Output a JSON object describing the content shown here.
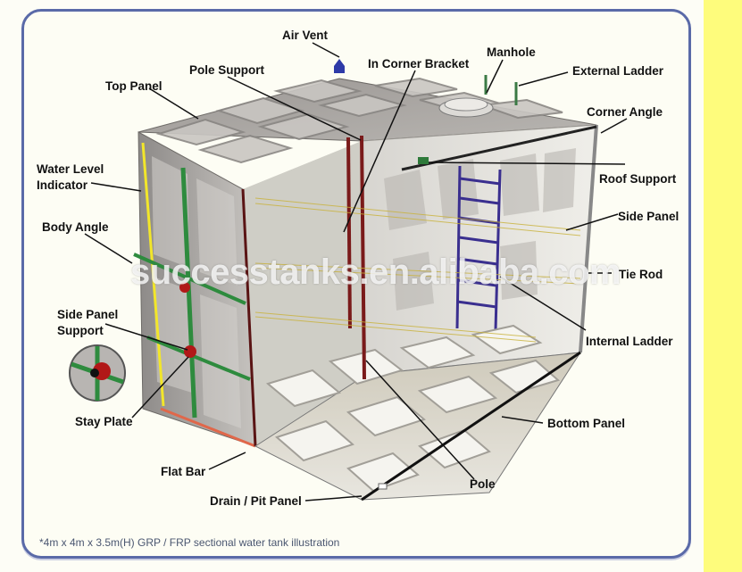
{
  "diagram": {
    "subject": "GRP / FRP sectional water tank",
    "caption": "*4m x 4m x 3.5m(H) GRP / FRP sectional water tank illustration",
    "watermark": "successtanks.en.alibaba.com",
    "labels": {
      "air_vent": "Air Vent",
      "in_corner_bracket": "In Corner Bracket",
      "manhole": "Manhole",
      "external_ladder": "External Ladder",
      "top_panel": "Top Panel",
      "pole_support": "Pole Support",
      "corner_angle": "Corner Angle",
      "water_level_indicator_1": "Water Level",
      "water_level_indicator_2": "Indicator",
      "roof_support": "Roof Support",
      "body_angle": "Body Angle",
      "side_panel": "Side Panel",
      "tie_rod": "Tie Rod",
      "side_panel_support_1": "Side Panel",
      "side_panel_support_2": "Support",
      "internal_ladder": "Internal Ladder",
      "stay_plate": "Stay Plate",
      "bottom_panel": "Bottom Panel",
      "flat_bar": "Flat Bar",
      "pole": "Pole",
      "drain_pit_panel": "Drain / Pit Panel"
    },
    "colors": {
      "frame_border": "#5a6aa8",
      "side_strip": "#fefc7c",
      "panel_gray": "#a9a6a3",
      "body_angle_green": "#2e8b3e",
      "level_indicator_yellow": "#f2e62a",
      "pole_red": "#7a1a1a",
      "ladder_blue": "#3a2f8f"
    }
  }
}
